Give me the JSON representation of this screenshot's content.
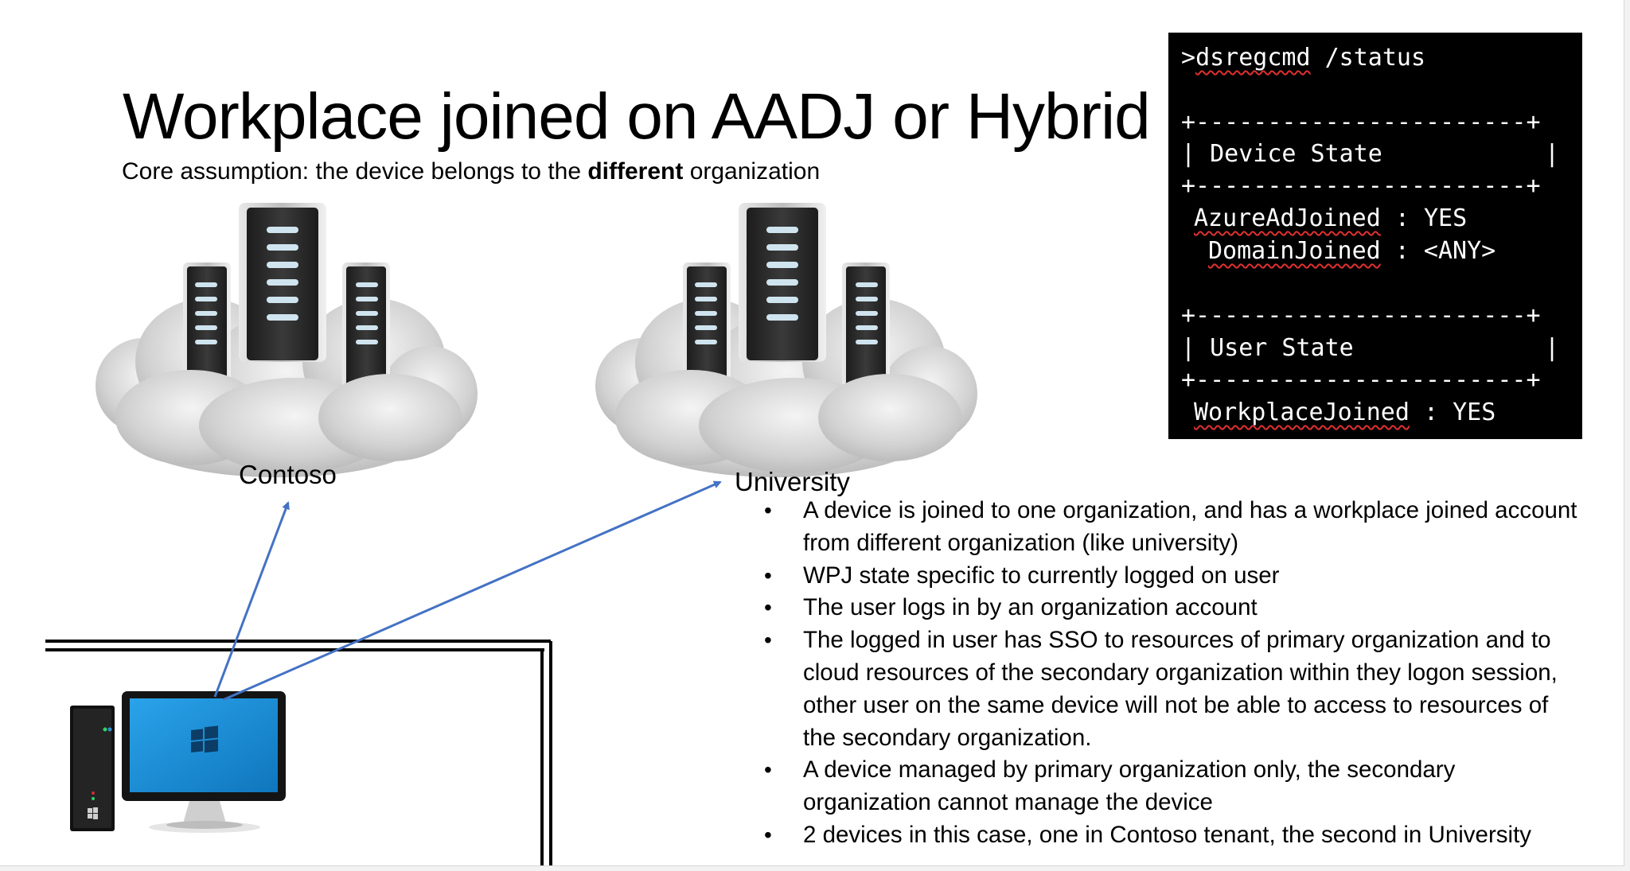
{
  "slide": {
    "title": "Workplace joined on AADJ or Hybrid",
    "subtitle_prefix": "Core assumption: the device belongs to the ",
    "subtitle_emphasis": "different",
    "subtitle_suffix": " organization"
  },
  "clouds": [
    {
      "label": "Contoso"
    },
    {
      "label": "University"
    }
  ],
  "terminal": {
    "prompt": ">",
    "command_word": "dsregcmd",
    "command_args": " /status",
    "separator": "+-----------------------+",
    "sections": [
      {
        "header": "Device State",
        "fields": [
          {
            "key": "AzureAdJoined",
            "value": " : YES"
          },
          {
            "key": "DomainJoined",
            "value": " : <ANY>"
          }
        ]
      },
      {
        "header": "User State",
        "fields": [
          {
            "key": "WorkplaceJoined",
            "value": " : YES"
          }
        ]
      }
    ]
  },
  "bullets": [
    "A device is joined to one organization, and has a workplace joined account from different organization (like university)",
    "WPJ state specific to currently logged on user",
    "The user logs in by an organization account",
    "The logged in user has SSO to resources of primary organization and to cloud resources of the secondary organization within they logon session, other user on the same device will not be able to access to resources of the secondary organization.",
    "A device managed by primary organization only, the secondary organization cannot manage the device",
    "2 devices in this case, one in Contoso tenant, the second in University"
  ],
  "colors": {
    "arrow": "#4472c4",
    "screen": "#1a8fd6",
    "server_body": "#2b2b2b",
    "terminal_bg": "#000000"
  }
}
